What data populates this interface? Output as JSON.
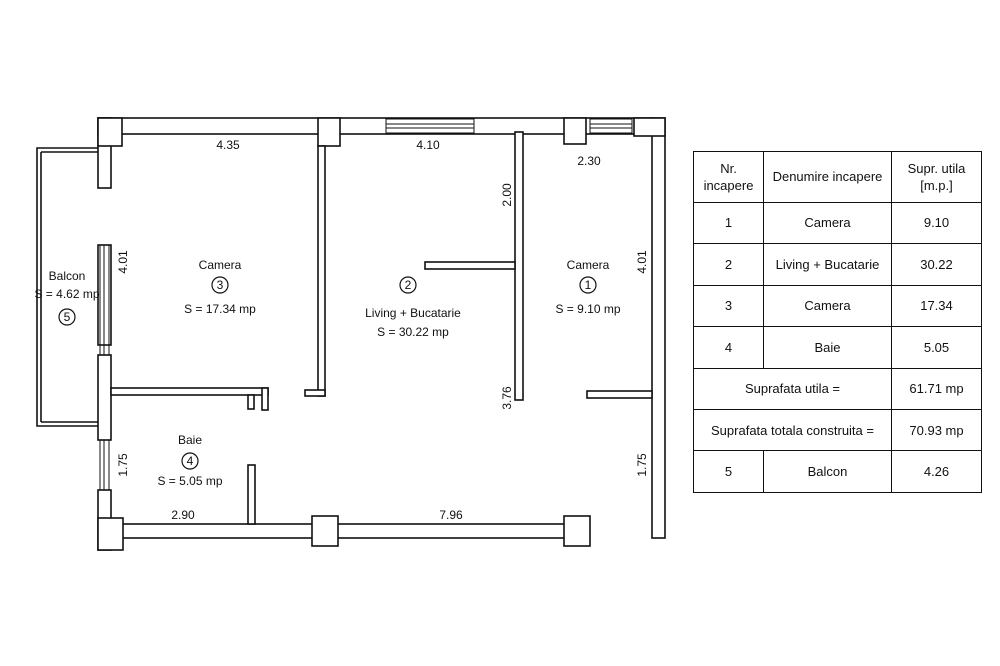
{
  "rooms": [
    {
      "label": "Camera",
      "num": "3",
      "area": "S = 17.34 mp"
    },
    {
      "label": "Living + Bucatarie",
      "num": "2",
      "area": "S = 30.22 mp"
    },
    {
      "label": "Camera",
      "num": "1",
      "area": "S = 9.10 mp"
    },
    {
      "label": "Baie",
      "num": "4",
      "area": "S = 5.05 mp"
    },
    {
      "label": "Balcon",
      "num": "5",
      "area": "S = 4.62 mp"
    }
  ],
  "dims": {
    "d435": "4.35",
    "d410": "4.10",
    "d230": "2.30",
    "d200": "2.00",
    "d401l": "4.01",
    "d401r": "4.01",
    "d376": "3.76",
    "d175l": "1.75",
    "d175r": "1.75",
    "d290": "2.90",
    "d796": "7.96"
  },
  "legend": {
    "headers": [
      "Nr. incapere",
      "Denumire incapere",
      "Supr. utila [m.p.]"
    ],
    "rows": [
      {
        "nr": "1",
        "name": "Camera",
        "area": "9.10"
      },
      {
        "nr": "2",
        "name": "Living + Bucatarie",
        "area": "30.22"
      },
      {
        "nr": "3",
        "name": "Camera",
        "area": "17.34"
      },
      {
        "nr": "4",
        "name": "Baie",
        "area": "5.05"
      }
    ],
    "util_label": "Suprafata utila =",
    "util_value": "61.71 mp",
    "total_label": "Suprafata totala construita =",
    "total_value": "70.93 mp",
    "balcony": {
      "nr": "5",
      "name": "Balcon",
      "area": "4.26"
    }
  }
}
